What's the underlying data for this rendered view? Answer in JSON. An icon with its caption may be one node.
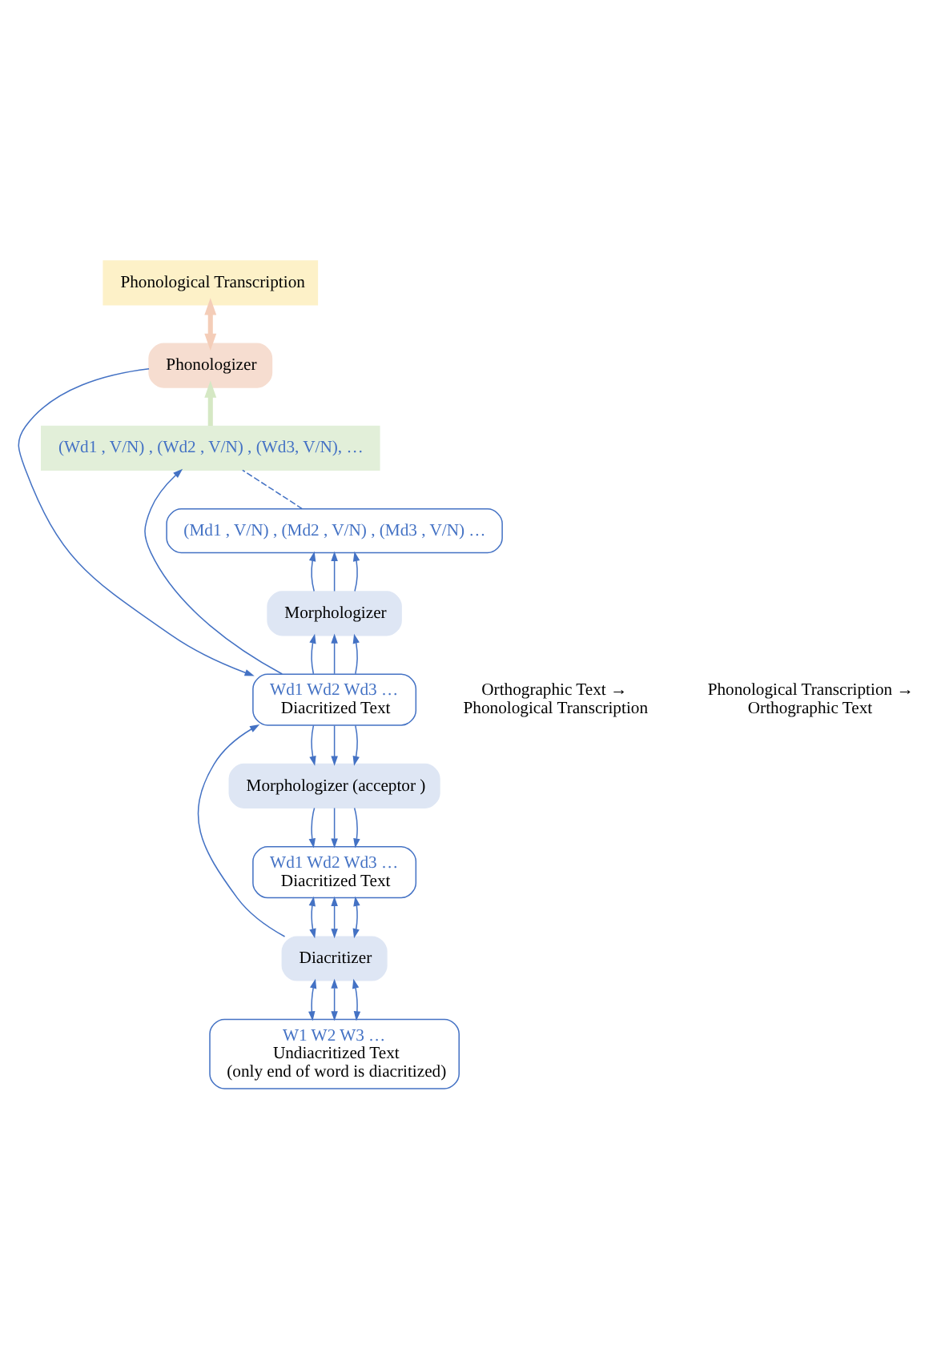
{
  "diagram": {
    "nodes": [
      {
        "text": [
          "Phonological Transcription"
        ]
      },
      {
        "text": [
          "Phonologizer"
        ]
      },
      {
        "text": [
          "(Wd1 , V/N) , (Wd2 , V/N) , (Wd3, V/N), …"
        ]
      },
      {
        "text": [
          "(Md1 , V/N) , (Md2 , V/N) , (Md3 , V/N) …"
        ]
      },
      {
        "text": [
          "Morphologizer"
        ]
      },
      {
        "text": [
          "Wd1 Wd2 Wd3 …",
          "Diacritized Text"
        ]
      },
      {
        "text": [
          "Morphologizer (acceptor )"
        ]
      },
      {
        "text": [
          "Wd1 Wd2 Wd3 …",
          "Diacritized Text"
        ]
      },
      {
        "text": [
          "Diacritizer"
        ]
      },
      {
        "text": [
          "W1 W2 W3 …",
          "Undiacritized Text",
          "(only end of word is diacritized)"
        ]
      }
    ],
    "edges": [
      {
        "from": 1,
        "to": 0,
        "arrow": "both",
        "style": "thick",
        "color": "#f4cdb8"
      },
      {
        "from": 2,
        "to": 1,
        "arrow": "to",
        "style": "thick",
        "color": "#d5e8c4"
      },
      {
        "from": 3,
        "to": 2,
        "arrow": "none",
        "style": "dashed"
      },
      {
        "from": 4,
        "to": 3,
        "arrow": "to"
      },
      {
        "from": 4,
        "to": 3,
        "arrow": "to"
      },
      {
        "from": 4,
        "to": 3,
        "arrow": "to"
      },
      {
        "from": 5,
        "to": 4,
        "arrow": "to"
      },
      {
        "from": 5,
        "to": 4,
        "arrow": "to"
      },
      {
        "from": 5,
        "to": 4,
        "arrow": "to"
      },
      {
        "from": 5,
        "to": 2,
        "arrow": "to"
      },
      {
        "from": 1,
        "to": 5,
        "arrow": "to"
      },
      {
        "from": 8,
        "to": 5,
        "arrow": "to"
      },
      {
        "from": 5,
        "to": 6,
        "arrow": "to"
      },
      {
        "from": 5,
        "to": 6,
        "arrow": "to"
      },
      {
        "from": 5,
        "to": 6,
        "arrow": "to"
      },
      {
        "from": 6,
        "to": 7,
        "arrow": "to"
      },
      {
        "from": 6,
        "to": 7,
        "arrow": "to"
      },
      {
        "from": 6,
        "to": 7,
        "arrow": "to"
      },
      {
        "from": 8,
        "to": 7,
        "arrow": "both"
      },
      {
        "from": 8,
        "to": 7,
        "arrow": "both"
      },
      {
        "from": 8,
        "to": 7,
        "arrow": "both"
      },
      {
        "from": 9,
        "to": 8,
        "arrow": "both"
      },
      {
        "from": 9,
        "to": 8,
        "arrow": "both"
      },
      {
        "from": 9,
        "to": 8,
        "arrow": "both"
      }
    ],
    "labels": [
      "Orthographic Text → Phonological Transcription",
      "Phonological Transcription → Orthographic Text"
    ]
  }
}
